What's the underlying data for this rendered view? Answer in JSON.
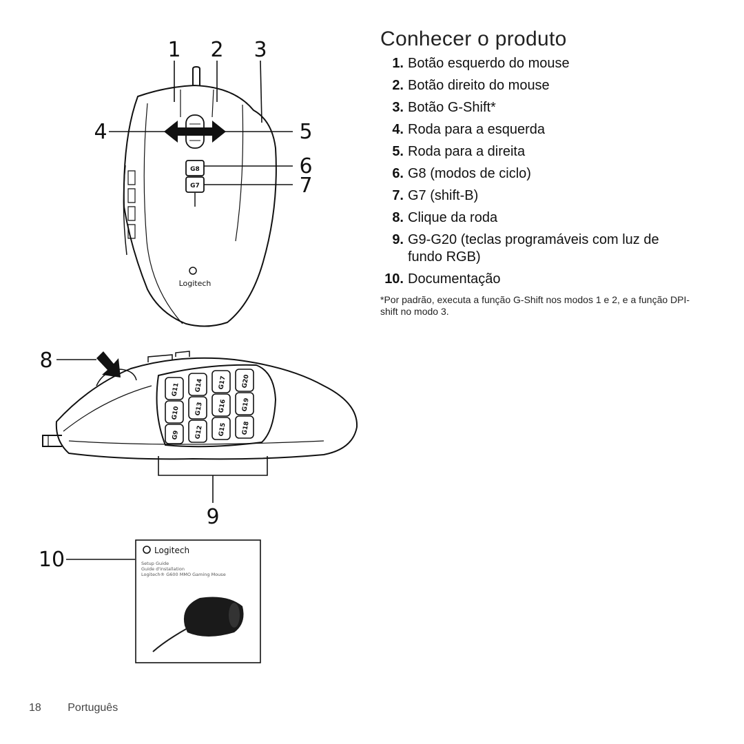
{
  "heading": "Conhecer o produto",
  "items": [
    {
      "num": "1.",
      "text": "Botão esquerdo do mouse"
    },
    {
      "num": "2.",
      "text": "Botão direito do mouse"
    },
    {
      "num": "3.",
      "text": "Botão G-Shift*"
    },
    {
      "num": "4.",
      "text": "Roda para a esquerda"
    },
    {
      "num": "5.",
      "text": "Roda para a direita"
    },
    {
      "num": "6.",
      "text": "G8 (modos de ciclo)"
    },
    {
      "num": "7.",
      "text": "G7 (shift-B)"
    },
    {
      "num": "8.",
      "text": "Clique da roda"
    },
    {
      "num": "9.",
      "text": "G9-G20 (teclas programáveis com luz de fundo RGB)"
    },
    {
      "num": "10.",
      "text": "Documentação"
    }
  ],
  "footnote": "*Por padrão, executa a função G-Shift nos modos 1 e 2, e a função DPI-shift no modo 3.",
  "callouts": {
    "c1": "1",
    "c2": "2",
    "c3": "3",
    "c4": "4",
    "c5": "5",
    "c6": "6",
    "c7": "7",
    "c8": "8",
    "c9": "9",
    "c10": "10"
  },
  "mouse_top": {
    "brand": "Logitech",
    "key_g8": "G8",
    "key_g7": "G7"
  },
  "side_keys": [
    "G9",
    "G10",
    "G11",
    "G12",
    "G13",
    "G14",
    "G15",
    "G16",
    "G17",
    "G18",
    "G19",
    "G20"
  ],
  "guide": {
    "brand": "Logitech",
    "line1": "Setup Guide",
    "line2": "Guide d'installation",
    "line3": "Logitech® G600 MMO Gaming Mouse"
  },
  "footer": {
    "page": "18",
    "language": "Português"
  }
}
